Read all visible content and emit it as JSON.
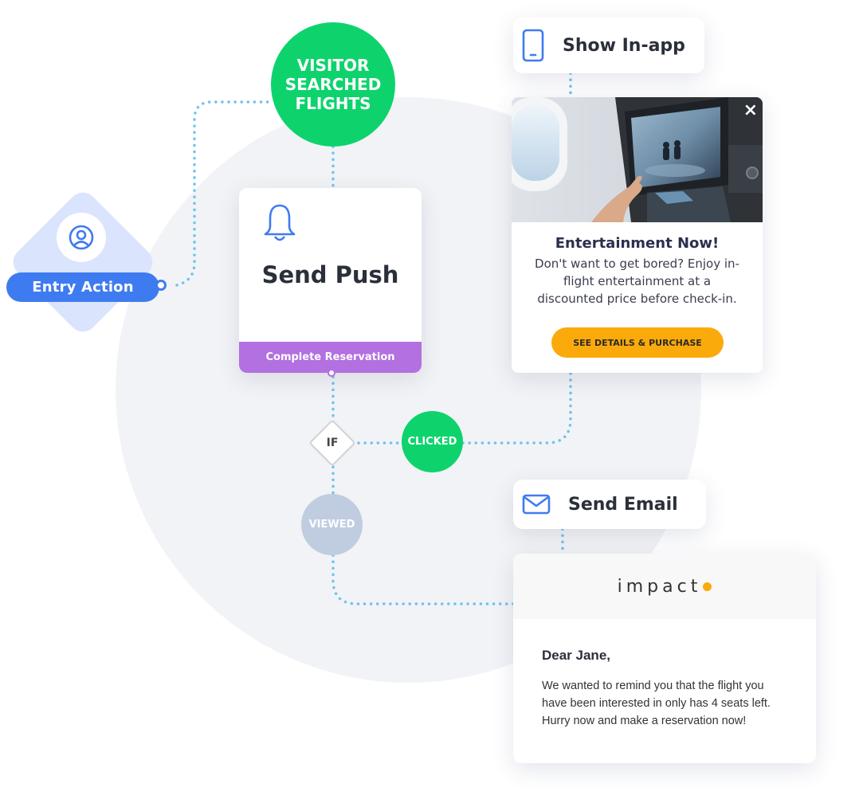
{
  "entry": {
    "label": "Entry Action",
    "icon": "user-icon"
  },
  "trigger": {
    "lines": [
      "VISITOR",
      "SEARCHED",
      "FLIGHTS"
    ]
  },
  "push": {
    "title": "Send Push",
    "button": "Complete Reservation",
    "icon": "bell-icon"
  },
  "condition": {
    "label": "IF",
    "clicked": "CLICKED",
    "viewed": "VIEWED"
  },
  "inapp": {
    "label": "Show In-app",
    "icon": "mobile-phone-icon",
    "close": "×",
    "heading": "Entertainment Now!",
    "body": "Don't want to get bored? Enjoy in-flight entertainment at a discounted price before check-in.",
    "button": "SEE DETAILS & PURCHASE"
  },
  "email": {
    "label": "Send Email",
    "icon": "envelope-icon",
    "brand": "impact",
    "greeting": "Dear Jane,",
    "body": "We wanted to remind you that the flight you have been interested in only has 4 seats left. Hurry now and make a reservation now!"
  },
  "colors": {
    "primary_blue": "#3f7bf0",
    "green": "#0ed36d",
    "purple": "#b270e0",
    "orange": "#fbaa0c",
    "connector": "#6ec3ee",
    "viewed": "#c0cde0"
  }
}
